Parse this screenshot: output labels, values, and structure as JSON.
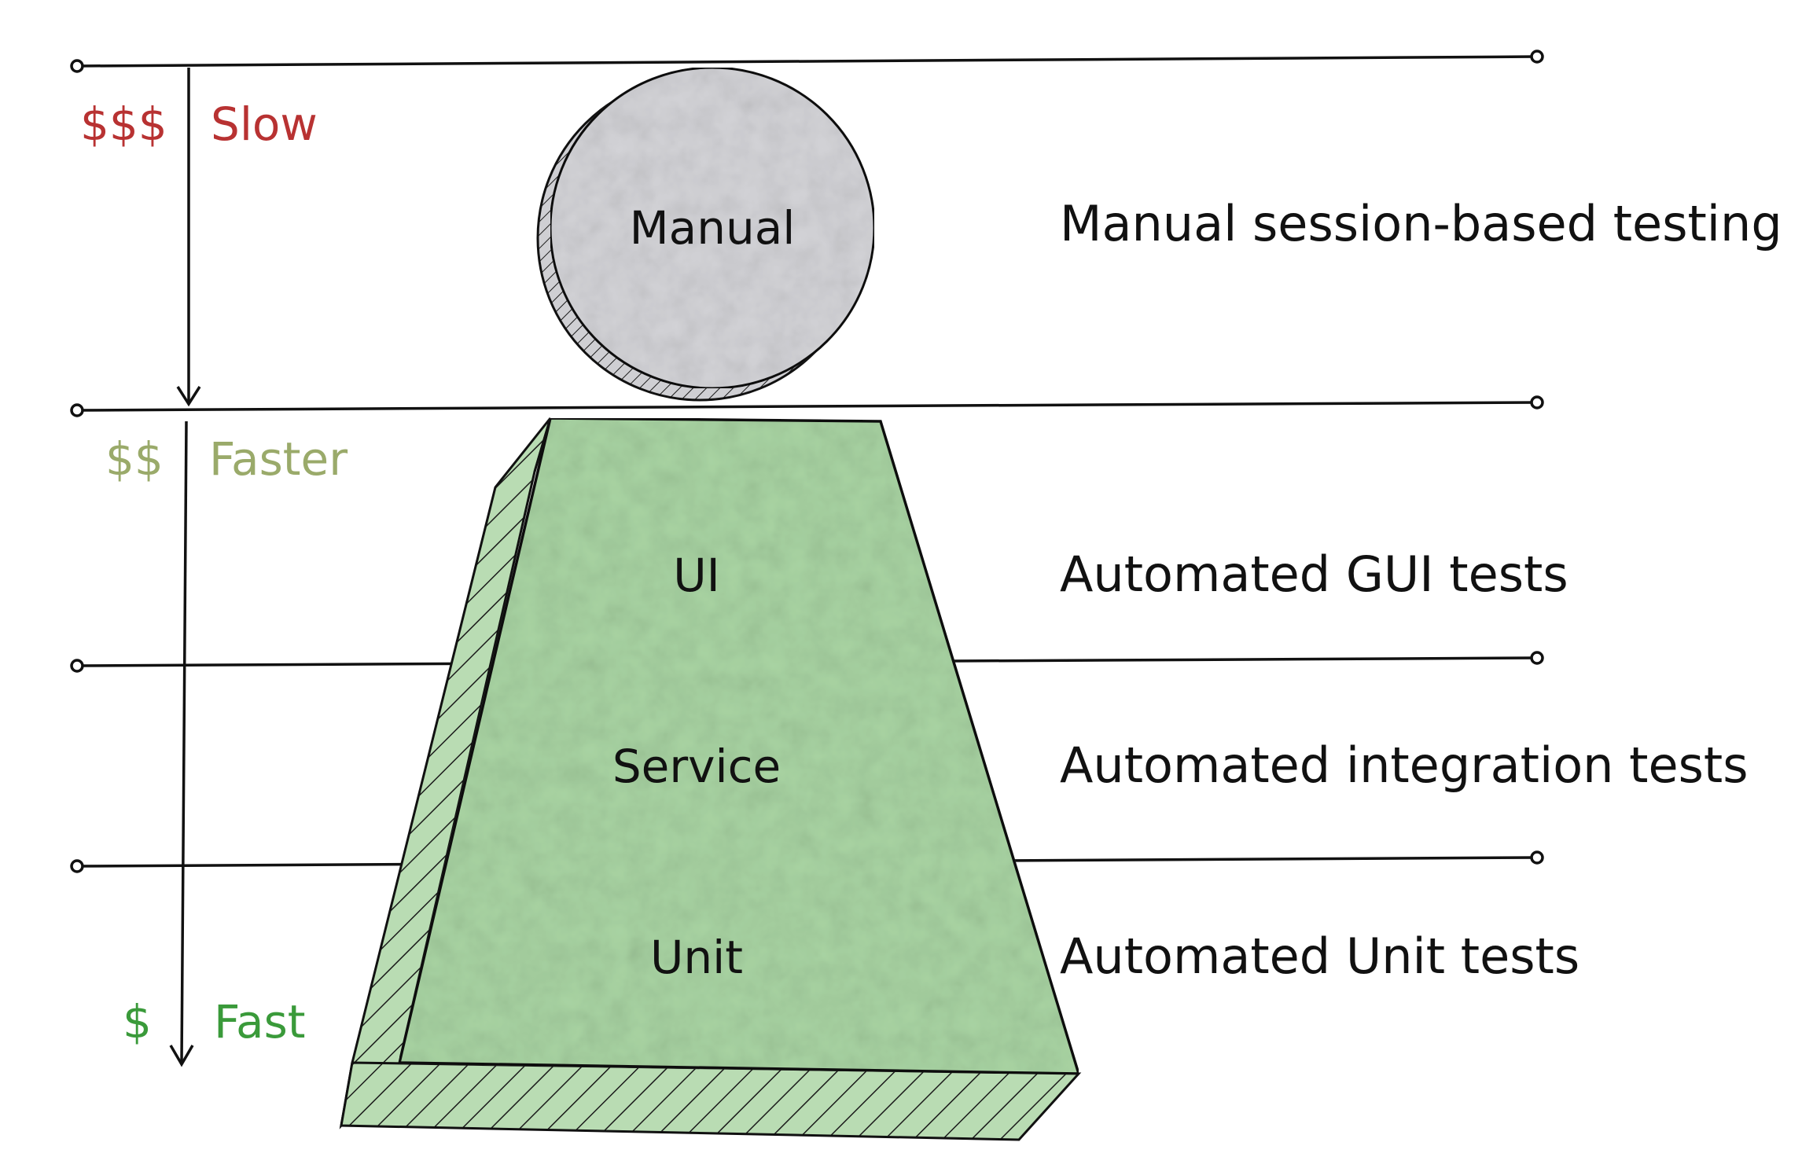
{
  "speed_scale": [
    {
      "cost": "$$$",
      "speed": "Slow",
      "color": "#b83232"
    },
    {
      "cost": "$$",
      "speed": "Faster",
      "color": "#9aaa6a"
    },
    {
      "cost": "$",
      "speed": "Fast",
      "color": "#3a9a3a"
    }
  ],
  "layers": [
    {
      "name": "Manual",
      "description": "Manual session-based testing"
    },
    {
      "name": "UI",
      "description": "Automated GUI tests"
    },
    {
      "name": "Service",
      "description": "Automated integration tests"
    },
    {
      "name": "Unit",
      "description": "Automated Unit tests"
    }
  ],
  "colors": {
    "manual_fill": "#d4d4d8",
    "pyramid_fill": "#a9d4a3",
    "ink": "#111111"
  }
}
